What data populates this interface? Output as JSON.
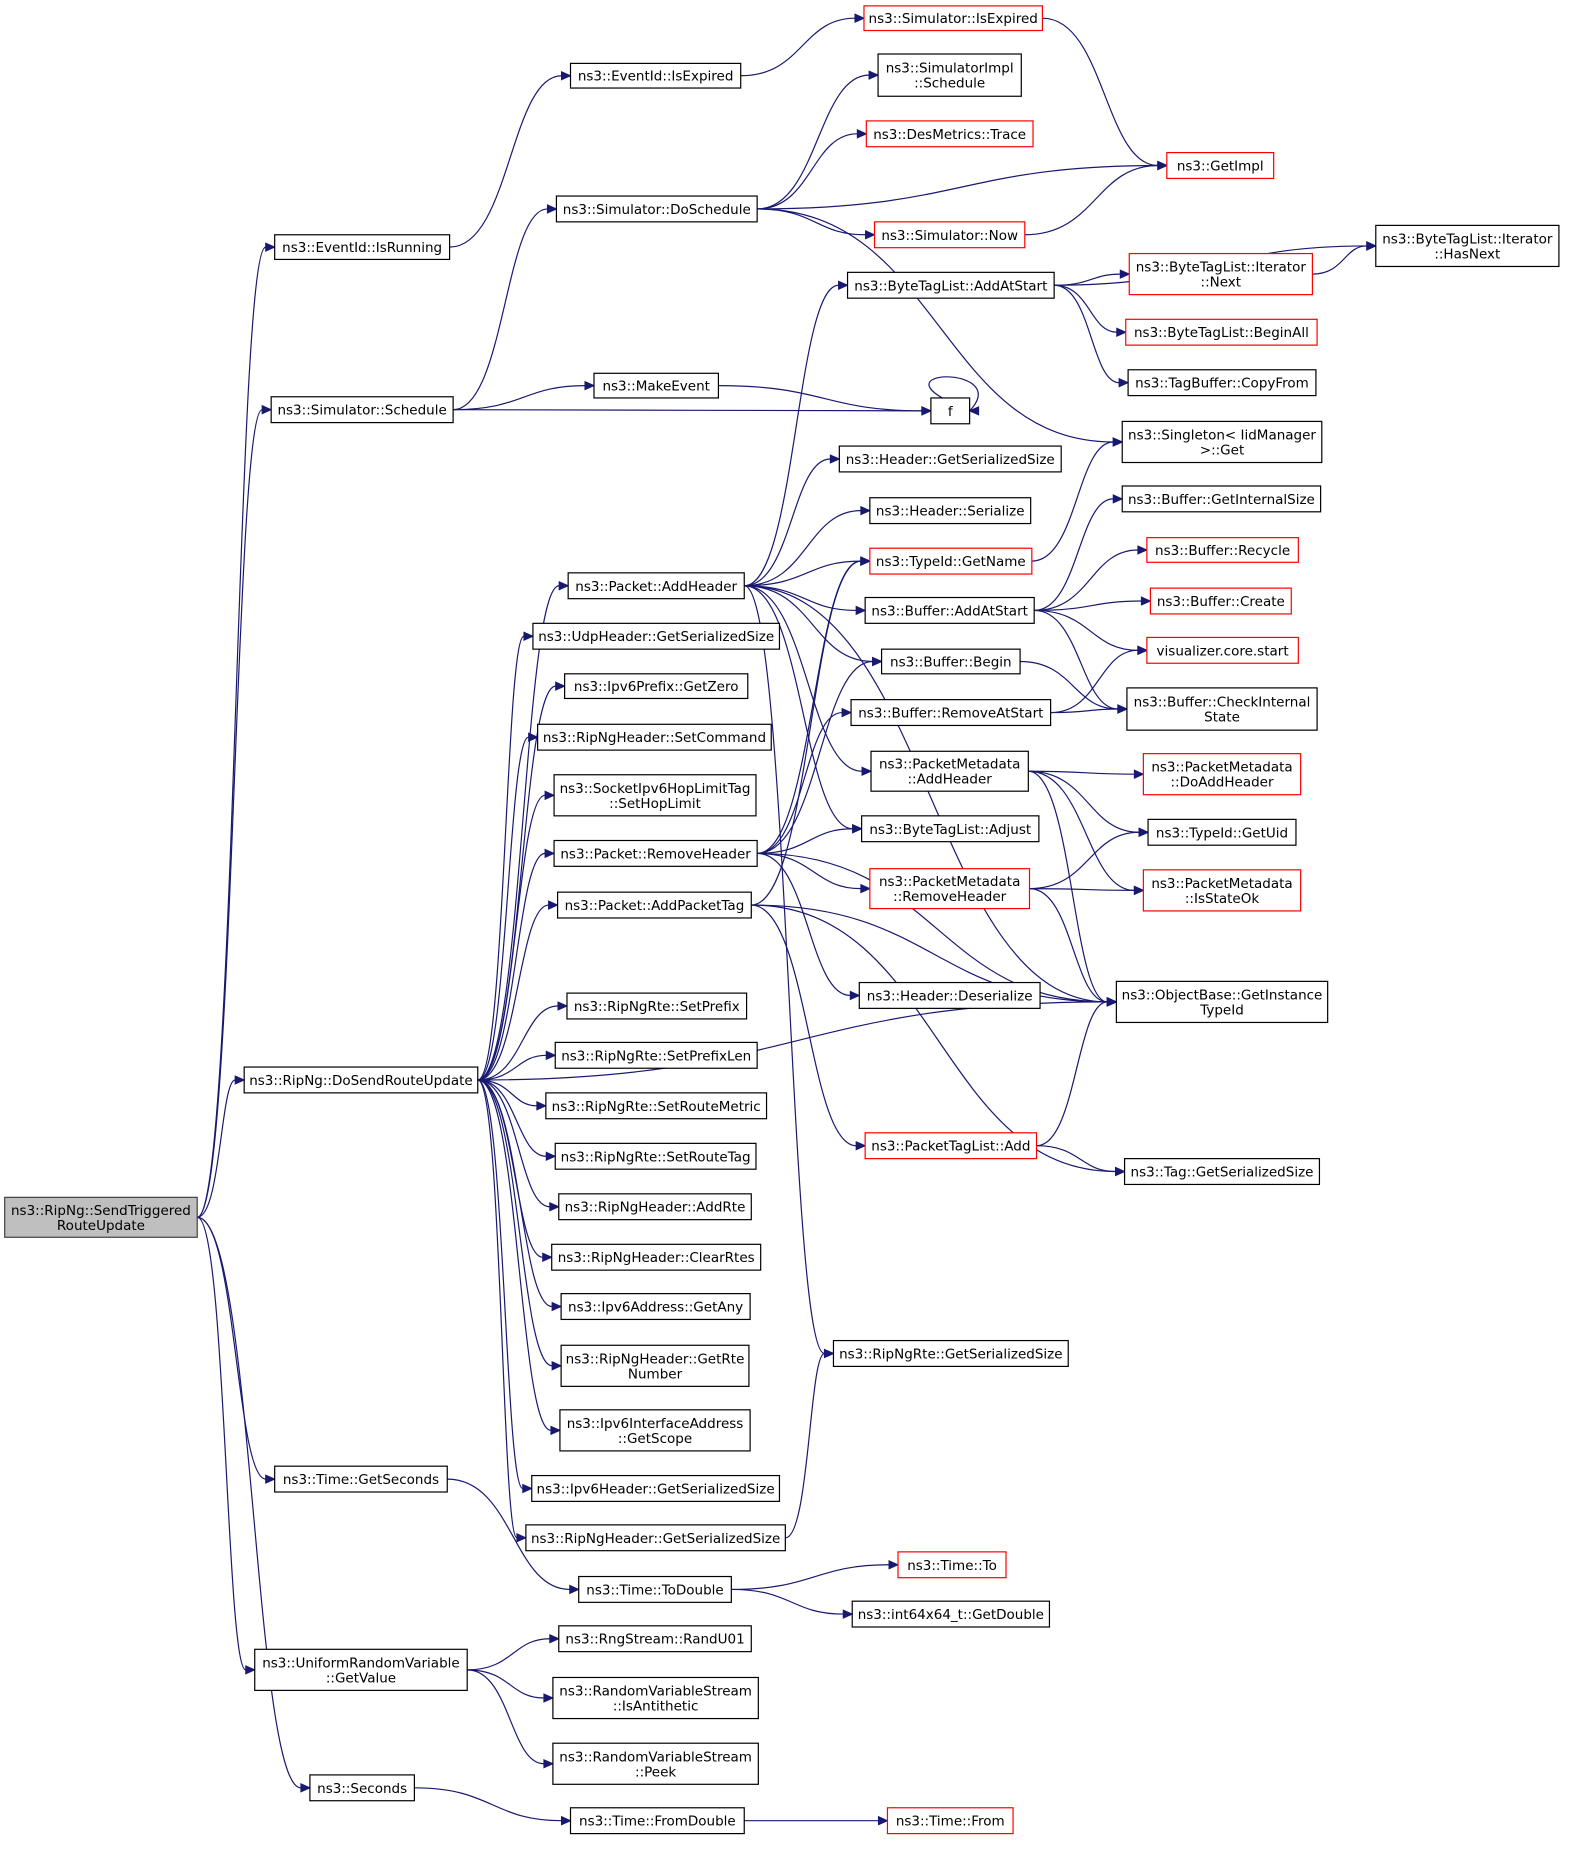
{
  "nodes": [
    {
      "id": "root",
      "lines": [
        "ns3::RipNg::SendTriggered",
        "RouteUpdate"
      ],
      "style": "root"
    },
    {
      "id": "evRun",
      "lines": [
        "ns3::EventId::IsRunning"
      ],
      "style": "normal"
    },
    {
      "id": "evExp",
      "lines": [
        "ns3::EventId::IsExpired"
      ],
      "style": "normal"
    },
    {
      "id": "simExp",
      "lines": [
        "ns3::Simulator::IsExpired"
      ],
      "style": "red"
    },
    {
      "id": "getImpl",
      "lines": [
        "ns3::GetImpl"
      ],
      "style": "red"
    },
    {
      "id": "simImpl",
      "lines": [
        "ns3::SimulatorImpl",
        "::Schedule"
      ],
      "style": "normal"
    },
    {
      "id": "desTrace",
      "lines": [
        "ns3::DesMetrics::Trace"
      ],
      "style": "red"
    },
    {
      "id": "doSched",
      "lines": [
        "ns3::Simulator::DoSchedule"
      ],
      "style": "normal"
    },
    {
      "id": "simNow",
      "lines": [
        "ns3::Simulator::Now"
      ],
      "style": "red"
    },
    {
      "id": "simSched",
      "lines": [
        "ns3::Simulator::Schedule"
      ],
      "style": "normal"
    },
    {
      "id": "makeEvent",
      "lines": [
        "ns3::MakeEvent"
      ],
      "style": "normal"
    },
    {
      "id": "f",
      "lines": [
        "f"
      ],
      "style": "normal"
    },
    {
      "id": "btlAddStart",
      "lines": [
        "ns3::ByteTagList::AddAtStart"
      ],
      "style": "normal"
    },
    {
      "id": "btlItHasNext",
      "lines": [
        "ns3::ByteTagList::Iterator",
        "::HasNext"
      ],
      "style": "normal"
    },
    {
      "id": "btlItNext",
      "lines": [
        "ns3::ByteTagList::Iterator",
        "::Next"
      ],
      "style": "red"
    },
    {
      "id": "btlBeginAll",
      "lines": [
        "ns3::ByteTagList::BeginAll"
      ],
      "style": "red"
    },
    {
      "id": "tagBufCopy",
      "lines": [
        "ns3::TagBuffer::CopyFrom"
      ],
      "style": "normal"
    },
    {
      "id": "singleton",
      "lines": [
        "ns3::Singleton< IidManager",
        " >::Get"
      ],
      "style": "normal"
    },
    {
      "id": "hdrSerSize",
      "lines": [
        "ns3::Header::GetSerializedSize"
      ],
      "style": "normal"
    },
    {
      "id": "hdrSerialize",
      "lines": [
        "ns3::Header::Serialize"
      ],
      "style": "normal"
    },
    {
      "id": "bufInternal",
      "lines": [
        "ns3::Buffer::GetInternalSize"
      ],
      "style": "normal"
    },
    {
      "id": "typeGetName",
      "lines": [
        "ns3::TypeId::GetName"
      ],
      "style": "red"
    },
    {
      "id": "bufRecycle",
      "lines": [
        "ns3::Buffer::Recycle"
      ],
      "style": "red"
    },
    {
      "id": "pktAddHdr",
      "lines": [
        "ns3::Packet::AddHeader"
      ],
      "style": "normal"
    },
    {
      "id": "bufAddStart",
      "lines": [
        "ns3::Buffer::AddAtStart"
      ],
      "style": "normal"
    },
    {
      "id": "bufCreate",
      "lines": [
        "ns3::Buffer::Create"
      ],
      "style": "red"
    },
    {
      "id": "udpSerSize",
      "lines": [
        "ns3::UdpHeader::GetSerializedSize"
      ],
      "style": "normal"
    },
    {
      "id": "vizStart",
      "lines": [
        "visualizer.core.start"
      ],
      "style": "red"
    },
    {
      "id": "bufBegin",
      "lines": [
        "ns3::Buffer::Begin"
      ],
      "style": "normal"
    },
    {
      "id": "ipv6Zero",
      "lines": [
        "ns3::Ipv6Prefix::GetZero"
      ],
      "style": "normal"
    },
    {
      "id": "bufCheck",
      "lines": [
        "ns3::Buffer::CheckInternal",
        "State"
      ],
      "style": "normal"
    },
    {
      "id": "bufRemStart",
      "lines": [
        "ns3::Buffer::RemoveAtStart"
      ],
      "style": "normal"
    },
    {
      "id": "rngHdrSetCmd",
      "lines": [
        "ns3::RipNgHeader::SetCommand"
      ],
      "style": "normal"
    },
    {
      "id": "pmAddHdr",
      "lines": [
        "ns3::PacketMetadata",
        "::AddHeader"
      ],
      "style": "normal"
    },
    {
      "id": "pmDoAdd",
      "lines": [
        "ns3::PacketMetadata",
        "::DoAddHeader"
      ],
      "style": "red"
    },
    {
      "id": "sockHop",
      "lines": [
        "ns3::SocketIpv6HopLimitTag",
        "::SetHopLimit"
      ],
      "style": "normal"
    },
    {
      "id": "btlAdjust",
      "lines": [
        "ns3::ByteTagList::Adjust"
      ],
      "style": "normal"
    },
    {
      "id": "typeGetUid",
      "lines": [
        "ns3::TypeId::GetUid"
      ],
      "style": "normal"
    },
    {
      "id": "pktRemHdr",
      "lines": [
        "ns3::Packet::RemoveHeader"
      ],
      "style": "normal"
    },
    {
      "id": "pmRemHdr",
      "lines": [
        "ns3::PacketMetadata",
        "::RemoveHeader"
      ],
      "style": "red"
    },
    {
      "id": "pmStateOk",
      "lines": [
        "ns3::PacketMetadata",
        "::IsStateOk"
      ],
      "style": "red"
    },
    {
      "id": "pktAddTag",
      "lines": [
        "ns3::Packet::AddPacketTag"
      ],
      "style": "normal"
    },
    {
      "id": "hdrDeser",
      "lines": [
        "ns3::Header::Deserialize"
      ],
      "style": "normal"
    },
    {
      "id": "objGetInst",
      "lines": [
        "ns3::ObjectBase::GetInstance",
        "TypeId"
      ],
      "style": "normal"
    },
    {
      "id": "rteSetPrefix",
      "lines": [
        "ns3::RipNgRte::SetPrefix"
      ],
      "style": "normal"
    },
    {
      "id": "doSend",
      "lines": [
        "ns3::RipNg::DoSendRouteUpdate"
      ],
      "style": "normal"
    },
    {
      "id": "rteSetPrefixLen",
      "lines": [
        "ns3::RipNgRte::SetPrefixLen"
      ],
      "style": "normal"
    },
    {
      "id": "rteSetMetric",
      "lines": [
        "ns3::RipNgRte::SetRouteMetric"
      ],
      "style": "normal"
    },
    {
      "id": "ptlAdd",
      "lines": [
        "ns3::PacketTagList::Add"
      ],
      "style": "red"
    },
    {
      "id": "tagSerSize",
      "lines": [
        "ns3::Tag::GetSerializedSize"
      ],
      "style": "normal"
    },
    {
      "id": "rteSetTag",
      "lines": [
        "ns3::RipNgRte::SetRouteTag"
      ],
      "style": "normal"
    },
    {
      "id": "hdrAddRte",
      "lines": [
        "ns3::RipNgHeader::AddRte"
      ],
      "style": "normal"
    },
    {
      "id": "hdrClearRtes",
      "lines": [
        "ns3::RipNgHeader::ClearRtes"
      ],
      "style": "normal"
    },
    {
      "id": "ipv6AddrAny",
      "lines": [
        "ns3::Ipv6Address::GetAny"
      ],
      "style": "normal"
    },
    {
      "id": "hdrRteNum",
      "lines": [
        "ns3::RipNgHeader::GetRte",
        "Number"
      ],
      "style": "normal"
    },
    {
      "id": "rteSerSize",
      "lines": [
        "ns3::RipNgRte::GetSerializedSize"
      ],
      "style": "normal"
    },
    {
      "id": "ifaceScope",
      "lines": [
        "ns3::Ipv6InterfaceAddress",
        "::GetScope"
      ],
      "style": "normal"
    },
    {
      "id": "timeGetSec",
      "lines": [
        "ns3::Time::GetSeconds"
      ],
      "style": "normal"
    },
    {
      "id": "ipv6HdrSer",
      "lines": [
        "ns3::Ipv6Header::GetSerializedSize"
      ],
      "style": "normal"
    },
    {
      "id": "rngHdrSerSize",
      "lines": [
        "ns3::RipNgHeader::GetSerializedSize"
      ],
      "style": "normal"
    },
    {
      "id": "timeTo",
      "lines": [
        "ns3::Time::To"
      ],
      "style": "red"
    },
    {
      "id": "timeToDouble",
      "lines": [
        "ns3::Time::ToDouble"
      ],
      "style": "normal"
    },
    {
      "id": "int64GetDouble",
      "lines": [
        "ns3::int64x64_t::GetDouble"
      ],
      "style": "normal"
    },
    {
      "id": "rngStreamRand",
      "lines": [
        "ns3::RngStream::RandU01"
      ],
      "style": "normal"
    },
    {
      "id": "uniGetValue",
      "lines": [
        "ns3::UniformRandomVariable",
        "::GetValue"
      ],
      "style": "normal"
    },
    {
      "id": "rvsAntithetic",
      "lines": [
        "ns3::RandomVariableStream",
        "::IsAntithetic"
      ],
      "style": "normal"
    },
    {
      "id": "rvsPeek",
      "lines": [
        "ns3::RandomVariableStream",
        "::Peek"
      ],
      "style": "normal"
    },
    {
      "id": "seconds",
      "lines": [
        "ns3::Seconds"
      ],
      "style": "normal"
    },
    {
      "id": "timeFromDouble",
      "lines": [
        "ns3::Time::FromDouble"
      ],
      "style": "normal"
    },
    {
      "id": "timeFrom",
      "lines": [
        "ns3::Time::From"
      ],
      "style": "red"
    }
  ],
  "edges": [
    [
      "root",
      "evRun"
    ],
    [
      "root",
      "simSched"
    ],
    [
      "root",
      "doSend"
    ],
    [
      "root",
      "timeGetSec"
    ],
    [
      "root",
      "uniGetValue"
    ],
    [
      "root",
      "seconds"
    ],
    [
      "evRun",
      "evExp"
    ],
    [
      "evExp",
      "simExp"
    ],
    [
      "simExp",
      "getImpl"
    ],
    [
      "simSched",
      "doSched"
    ],
    [
      "simSched",
      "makeEvent"
    ],
    [
      "simSched",
      "f"
    ],
    [
      "makeEvent",
      "f"
    ],
    [
      "f",
      "f"
    ],
    [
      "doSched",
      "simImpl"
    ],
    [
      "doSched",
      "desTrace"
    ],
    [
      "doSched",
      "getImpl"
    ],
    [
      "doSched",
      "simNow"
    ],
    [
      "doSched",
      "singleton"
    ],
    [
      "simNow",
      "getImpl"
    ],
    [
      "doSend",
      "pktAddHdr"
    ],
    [
      "doSend",
      "udpSerSize"
    ],
    [
      "doSend",
      "ipv6Zero"
    ],
    [
      "doSend",
      "rngHdrSetCmd"
    ],
    [
      "doSend",
      "sockHop"
    ],
    [
      "doSend",
      "pktRemHdr"
    ],
    [
      "doSend",
      "pktAddTag"
    ],
    [
      "doSend",
      "objGetInst"
    ],
    [
      "doSend",
      "rteSetPrefix"
    ],
    [
      "doSend",
      "rteSetPrefixLen"
    ],
    [
      "doSend",
      "rteSetMetric"
    ],
    [
      "doSend",
      "rteSetTag"
    ],
    [
      "doSend",
      "hdrAddRte"
    ],
    [
      "doSend",
      "hdrClearRtes"
    ],
    [
      "doSend",
      "ipv6AddrAny"
    ],
    [
      "doSend",
      "hdrRteNum"
    ],
    [
      "doSend",
      "ifaceScope"
    ],
    [
      "doSend",
      "ipv6HdrSer"
    ],
    [
      "doSend",
      "rngHdrSerSize"
    ],
    [
      "pktAddHdr",
      "btlAddStart"
    ],
    [
      "pktAddHdr",
      "hdrSerSize"
    ],
    [
      "pktAddHdr",
      "hdrSerialize"
    ],
    [
      "pktAddHdr",
      "typeGetName"
    ],
    [
      "pktAddHdr",
      "bufAddStart"
    ],
    [
      "pktAddHdr",
      "bufBegin"
    ],
    [
      "pktAddHdr",
      "pmAddHdr"
    ],
    [
      "pktAddHdr",
      "btlAdjust"
    ],
    [
      "pktAddHdr",
      "objGetInst"
    ],
    [
      "pktAddHdr",
      "rteSerSize"
    ],
    [
      "btlAddStart",
      "btlItHasNext"
    ],
    [
      "btlAddStart",
      "btlItNext"
    ],
    [
      "btlAddStart",
      "btlBeginAll"
    ],
    [
      "btlAddStart",
      "tagBufCopy"
    ],
    [
      "btlItNext",
      "btlItHasNext"
    ],
    [
      "typeGetName",
      "singleton"
    ],
    [
      "bufAddStart",
      "bufInternal"
    ],
    [
      "bufAddStart",
      "bufRecycle"
    ],
    [
      "bufAddStart",
      "bufCreate"
    ],
    [
      "bufAddStart",
      "vizStart"
    ],
    [
      "bufAddStart",
      "bufCheck"
    ],
    [
      "bufBegin",
      "bufCheck"
    ],
    [
      "bufRemStart",
      "vizStart"
    ],
    [
      "bufRemStart",
      "bufCheck"
    ],
    [
      "pmAddHdr",
      "pmDoAdd"
    ],
    [
      "pmAddHdr",
      "typeGetUid"
    ],
    [
      "pmAddHdr",
      "pmStateOk"
    ],
    [
      "pmAddHdr",
      "objGetInst"
    ],
    [
      "pktRemHdr",
      "typeGetName"
    ],
    [
      "pktRemHdr",
      "bufBegin"
    ],
    [
      "pktRemHdr",
      "bufRemStart"
    ],
    [
      "pktRemHdr",
      "btlAdjust"
    ],
    [
      "pktRemHdr",
      "pmRemHdr"
    ],
    [
      "pktRemHdr",
      "hdrDeser"
    ],
    [
      "pktRemHdr",
      "objGetInst"
    ],
    [
      "pmRemHdr",
      "typeGetUid"
    ],
    [
      "pmRemHdr",
      "pmStateOk"
    ],
    [
      "pmRemHdr",
      "objGetInst"
    ],
    [
      "pktAddTag",
      "typeGetName"
    ],
    [
      "pktAddTag",
      "objGetInst"
    ],
    [
      "pktAddTag",
      "ptlAdd"
    ],
    [
      "pktAddTag",
      "tagSerSize"
    ],
    [
      "ptlAdd",
      "objGetInst"
    ],
    [
      "ptlAdd",
      "tagSerSize"
    ],
    [
      "rngHdrSerSize",
      "rteSerSize"
    ],
    [
      "timeGetSec",
      "timeToDouble"
    ],
    [
      "timeToDouble",
      "timeTo"
    ],
    [
      "timeToDouble",
      "int64GetDouble"
    ],
    [
      "uniGetValue",
      "rngStreamRand"
    ],
    [
      "uniGetValue",
      "rvsAntithetic"
    ],
    [
      "uniGetValue",
      "rvsPeek"
    ],
    [
      "seconds",
      "timeFromDouble"
    ],
    [
      "timeFromDouble",
      "timeFrom"
    ]
  ]
}
